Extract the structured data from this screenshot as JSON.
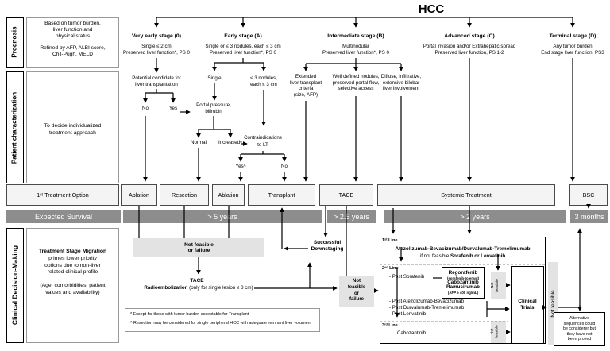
{
  "title": "HCC",
  "rows": {
    "prognosis": {
      "label": "Prognosis",
      "desc_a": "Based on tumor burden,\nliver function and\nphysical status",
      "desc_b": "Refined by AFP, ALBI score,\nChil-Pugh, MELD"
    },
    "characterization": {
      "label": "Patient characterization",
      "desc": "To decide individualized\ntreatment approach"
    },
    "treatment": {
      "label": "1ˢᵗ Treatment Option"
    },
    "survival": {
      "label": "Expected Survival"
    },
    "decision": {
      "label": "Clinical Decision-Making",
      "desc_bold": "Treatment Stage Migration",
      "desc_rest": "primes lower priority\noptions due to non-liver\nrelated clinical profile",
      "desc_paren": "(Age, comorbidities, patient\nvalues and availability)"
    }
  },
  "stages": [
    {
      "name": "Very early stage (0)",
      "sub": "Single ≤ 2 cm\nPreserved liver function*, PS 0"
    },
    {
      "name": "Early stage (A)",
      "sub": "Single or ≤ 3 nodules, each ≤ 3 cm\nPreserved liver function*, PS 0"
    },
    {
      "name": "Intermediate stage (B)",
      "sub": "Multinodular\nPreserved liver function*, PS 0"
    },
    {
      "name": "Advanced stage (C)",
      "sub": "Portal invasion and/or Extrahepatic spread\nPreserved liver function, PS 1-2"
    },
    {
      "name": "Terminal stage (D)",
      "sub": "Any tumor burden\nEnd stage liver function, PS3"
    }
  ],
  "flow": {
    "potential_candidate": "Potential condidate for\nliver transplantation",
    "no_1": "No",
    "yes_1": "Yes",
    "single": "Single",
    "nodules": "≤ 3 nodules,\neach ≤ 3 cm",
    "portal_pressure": "Portal pressure,\nbilirubin",
    "normal": "Normal",
    "increased": "Increasedᴬ",
    "contraindications": "Contraindications\nto LT",
    "yes_2": "Yesᴬ",
    "no_2": "No",
    "extended": "Extended\nliver transplant\ncriteria\n(size, AFP)",
    "well_defined": "Well defined nodules,\npreserved portal flow,\nselective access",
    "diffuse": "Diffuse, infiltrative,\nextensive bilobar\nliver involvement"
  },
  "treatments": [
    "Ablation",
    "Resection",
    "Ablation",
    "Transplant",
    "TACE",
    "Systemic Treatment",
    "BSC"
  ],
  "survival_values": [
    "> 5 years",
    "> 2.5 years",
    "> 2 years",
    "3 months"
  ],
  "decision_flow": {
    "not_feasible_wide": "Not feasible\nor failure",
    "tace": "TACE",
    "radio_bold": "Radioembolization",
    "radio_rest": " (only for single lesion ≤ 8 cm)",
    "downstaging": "Successful\nDownstaging",
    "not_feasible_small": "Not\nfeasible\nor\nfailure",
    "footnote_1": "* Except for those with tumor burden acceptable for Transplant",
    "footnote_2": "ᴬ Resection may be considered for single peripheral HCC with adequate remnant liver volumen"
  },
  "systemic": {
    "line1_label": "1ˢᵗ Line",
    "line1_main": "Atezolizumab-Bevacizumab/Durvalumab-Tremelimumab",
    "line1_alt_prefix": "if not feasible ",
    "line1_alt_bold": "Sorafenib or Lenvatinib",
    "line2_label": "2ⁿᵈ Line",
    "post_sorafenib": "- Post Sorafenib",
    "rego": {
      "drug1": "Regorafenib",
      "note1": "(sorafenib-tolerant)",
      "drug2": "Cabozantinib",
      "drug3": "Ramucirumab",
      "note2": "(AFP ≥ 400 ng/mL)"
    },
    "post_items": "- Post Atezolizumab-Bevacizumab\n- Post Durvalumab-Tremelimumab\n- Post Lenvatinib",
    "line3_label": "3ʳᵈ Line",
    "line3_drug": "Cabozantinib",
    "not_feasible": "Not\nfeasible",
    "clinical_trials": "Clinical\nTrials",
    "not_feasible_tall": "Not feasible",
    "alternative": "Alternative\nsequences could\nbe considerer but\nthey have not\nbeen proved"
  }
}
